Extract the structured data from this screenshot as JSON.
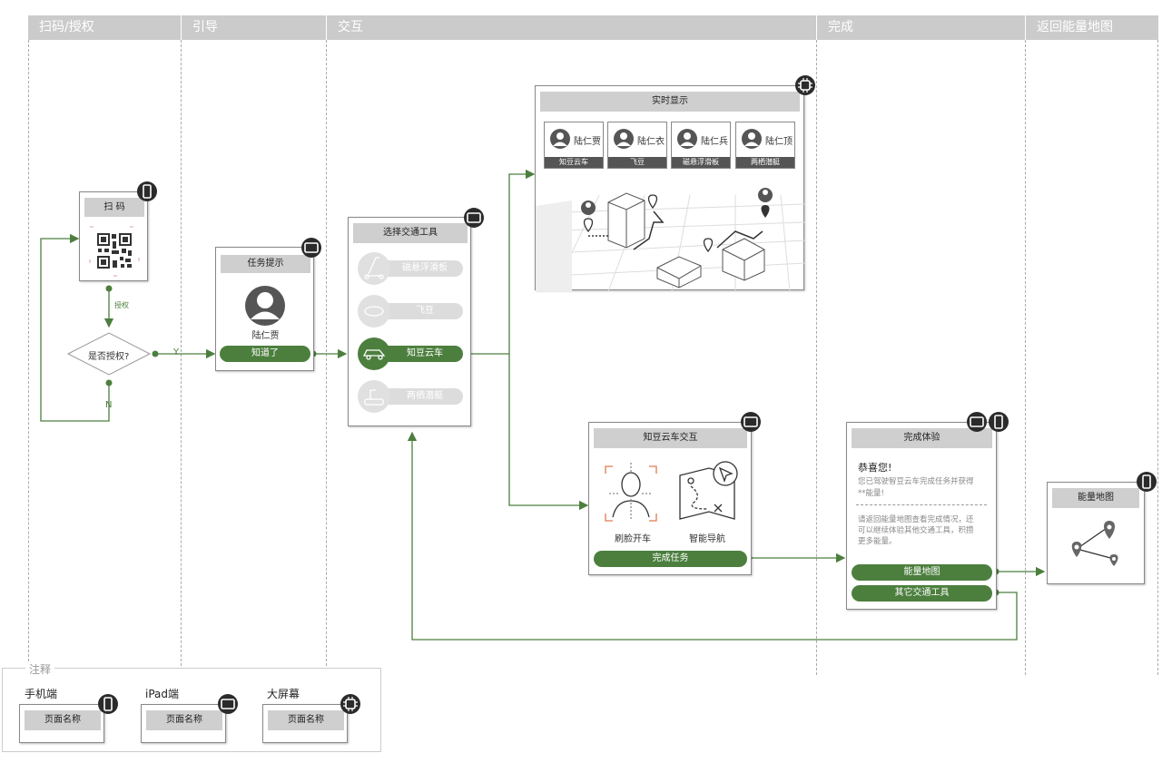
{
  "lanes": [
    "扫码/授权",
    "引导",
    "交互",
    "完成",
    "返回能量地图"
  ],
  "scan": {
    "title": "扫 码",
    "auth_label": "授权",
    "decision": "是否授权?",
    "yes": "Y",
    "no": "N"
  },
  "task": {
    "title": "任务提示",
    "user": "陆仁贾",
    "button": "知道了"
  },
  "vehicle": {
    "title": "选择交通工具",
    "options": [
      "磁悬浮滑板",
      "飞豆",
      "知豆云车",
      "两栖潜艇"
    ]
  },
  "realtime": {
    "title": "实时显示",
    "users": [
      {
        "name": "陆仁贾",
        "vehicle": "知豆云车"
      },
      {
        "name": "陆仁衣",
        "vehicle": "飞豆"
      },
      {
        "name": "陆仁兵",
        "vehicle": "磁悬浮滑板"
      },
      {
        "name": "陆仁顶",
        "vehicle": "两栖潜艇"
      }
    ]
  },
  "interact": {
    "title": "知豆云车交互",
    "face": "刷脸开车",
    "nav": "智能导航",
    "button": "完成任务"
  },
  "complete": {
    "title": "完成体验",
    "heading": "恭喜您!",
    "line1": "您已驾驶智豆云车完成任务并获得",
    "line2": "**能量!",
    "p1": "请返回能量地图查看完成情况，还",
    "p2": "可以继续体验其他交通工具，积攒",
    "p3": "更多能量。",
    "btn_map": "能量地图",
    "btn_other": "其它交通工具"
  },
  "energymap": {
    "title": "能量地图"
  },
  "legend": {
    "title": "注释",
    "items": [
      {
        "label": "手机端",
        "page": "页面名称",
        "device": "phone-icon"
      },
      {
        "label": "iPad端",
        "page": "页面名称",
        "device": "tablet-icon"
      },
      {
        "label": "大屏幕",
        "page": "页面名称",
        "device": "screen-icon"
      }
    ]
  },
  "colors": {
    "accent": "#4c7f3e",
    "lane": "#cbcbcb",
    "title_bg": "#cfcfcf"
  }
}
